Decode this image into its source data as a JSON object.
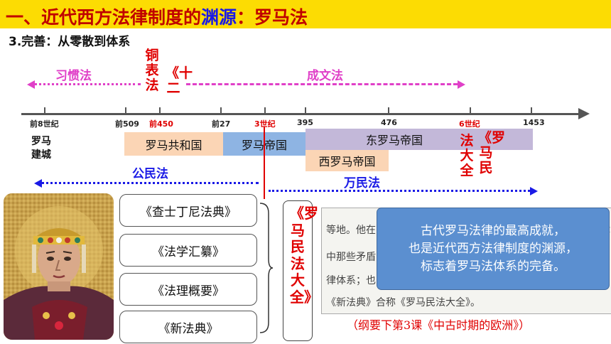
{
  "title": {
    "part_red": "一、近代西方法律制度的",
    "part_blue": "渊源",
    "part_red2": "：罗马法"
  },
  "subtitle": "3.完善：从零散到体系",
  "eras": {
    "customary_law": "习惯法",
    "written_law": "成文法"
  },
  "vertical_labels": {
    "twelve_tables_a": "铜表法",
    "twelve_tables_b": "《十二",
    "corpus_juris_a": "法大全",
    "corpus_juris_b": "《罗马民",
    "corpus_big": "《罗马民法大全》"
  },
  "timeline": {
    "ticks": [
      {
        "label": "前8世纪",
        "red": false
      },
      {
        "label": "前509",
        "red": false
      },
      {
        "label": "前450",
        "red": true
      },
      {
        "label": "前27",
        "red": false
      },
      {
        "label": "3世纪",
        "red": true
      },
      {
        "label": "395",
        "red": false
      },
      {
        "label": "476",
        "red": false
      },
      {
        "label": "6世纪",
        "red": true
      },
      {
        "label": "1453",
        "red": false
      }
    ]
  },
  "founding": "罗马\n建城",
  "periods": {
    "republic": "罗马共和国",
    "empire": "罗马帝国",
    "east": "东罗马帝国",
    "west": "西罗马帝国"
  },
  "law_types": {
    "civil": "公民法",
    "jus_gentium": "万民法"
  },
  "books": [
    "《查士丁尼法典》",
    "《法学汇纂》",
    "《法理概要》",
    "《新法典》"
  ],
  "quote": {
    "line1": "等地。他在",
    "line1_end": "律",
    "line2": "中那些矛盾",
    "line3": "律体系；也",
    "line4": "《新法典》合称《罗马民法大全》。"
  },
  "callout": {
    "line1": "古代罗马法律的最高成就，",
    "line2": "也是近代西方法律制度的渊源，",
    "line3": "标志着罗马法体系的完备。"
  },
  "note": "（纲要下第3课《中古时期的欧洲》）",
  "colors": {
    "title_red": "#c00000",
    "title_blue": "#1a1ae6",
    "title_bg": "#fcdc03",
    "era_pink": "#e040c8",
    "key_red": "#e00000",
    "republic": "#fbd5b5",
    "empire": "#8eb4e3",
    "east": "#c3b8d9",
    "callout": "#5b8fd0"
  }
}
